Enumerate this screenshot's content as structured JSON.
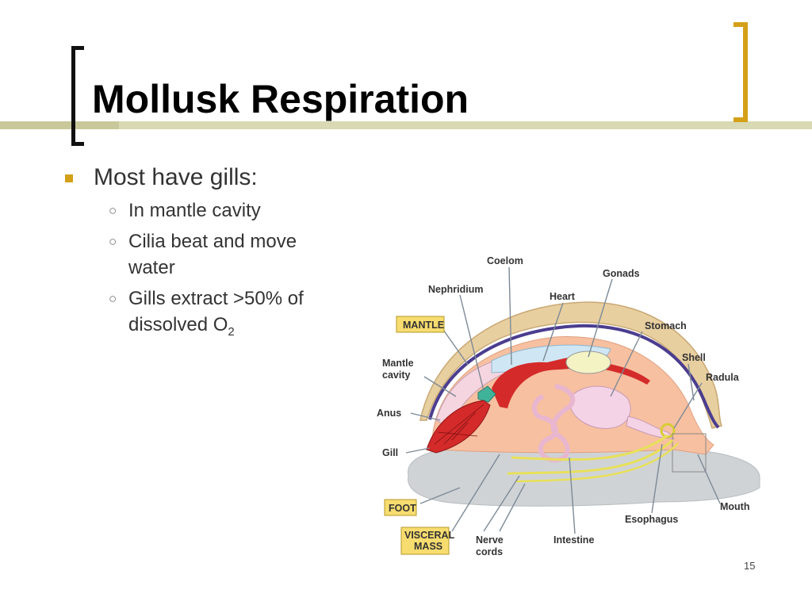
{
  "slide": {
    "title": "Mollusk Respiration",
    "page_number": "15"
  },
  "bullets": {
    "main": "Most have gills:",
    "sub": [
      {
        "line1": "In mantle cavity",
        "line2": ""
      },
      {
        "line1": "Cilia beat and move",
        "line2": "water"
      },
      {
        "line1": "Gills extract >50% of",
        "line2": "dissolved O",
        "subscript": "2"
      }
    ]
  },
  "diagram": {
    "labels": {
      "coelom": "Coelom",
      "gonads": "Gonads",
      "nephridium": "Nephridium",
      "heart": "Heart",
      "mantle": "MANTLE",
      "stomach": "Stomach",
      "mantle_cavity_1": "Mantle",
      "mantle_cavity_2": "cavity",
      "shell": "Shell",
      "radula": "Radula",
      "anus": "Anus",
      "gill": "Gill",
      "foot": "FOOT",
      "mouth": "Mouth",
      "esophagus": "Esophagus",
      "visceral_1": "VISCERAL",
      "visceral_2": "MASS",
      "nerve_1": "Nerve",
      "nerve_2": "cords",
      "intestine": "Intestine"
    },
    "colors": {
      "shell": "#e8cfa0",
      "mantle_line": "#4b3d8f",
      "visceral": "#f7c0a0",
      "foot": "#cfd3d6",
      "gill": "#d42a2a",
      "nerve": "#e8e05a",
      "label_box": "#f7dc6f"
    }
  }
}
